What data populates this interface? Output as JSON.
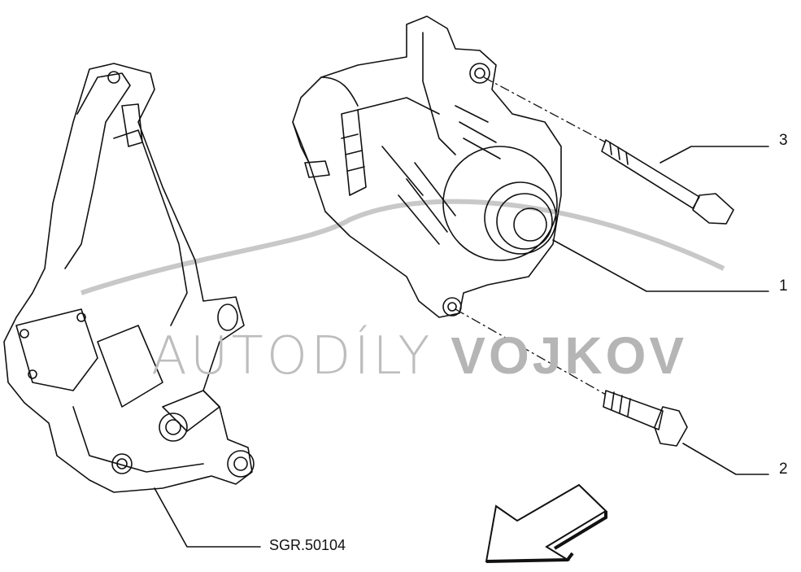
{
  "drawing_code": "SGR.50104",
  "callouts": [
    {
      "number": "1",
      "part": "alternator"
    },
    {
      "number": "2",
      "part": "short-bolt"
    },
    {
      "number": "3",
      "part": "long-bolt"
    }
  ],
  "watermark": {
    "light": "AUTODÍLY",
    "bold": "VOJKOV"
  },
  "colors": {
    "line": "#111111",
    "watermark": "#bdbdbd"
  }
}
